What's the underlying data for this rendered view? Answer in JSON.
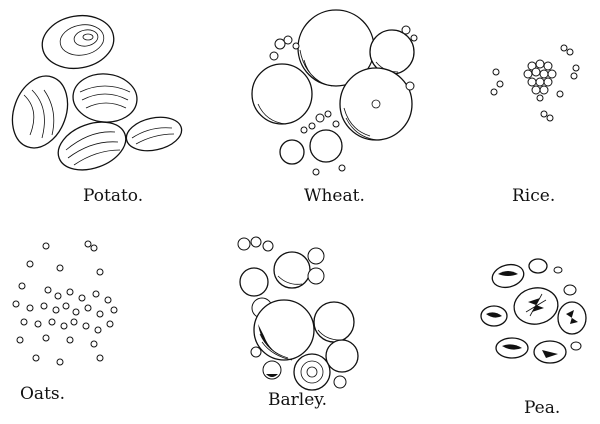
{
  "figure": {
    "panels": [
      {
        "id": "potato",
        "label": "Potato."
      },
      {
        "id": "wheat",
        "label": "Wheat."
      },
      {
        "id": "rice",
        "label": "Rice."
      },
      {
        "id": "oats",
        "label": "Oats."
      },
      {
        "id": "barley",
        "label": "Barley."
      },
      {
        "id": "pea",
        "label": "Pea."
      }
    ]
  }
}
